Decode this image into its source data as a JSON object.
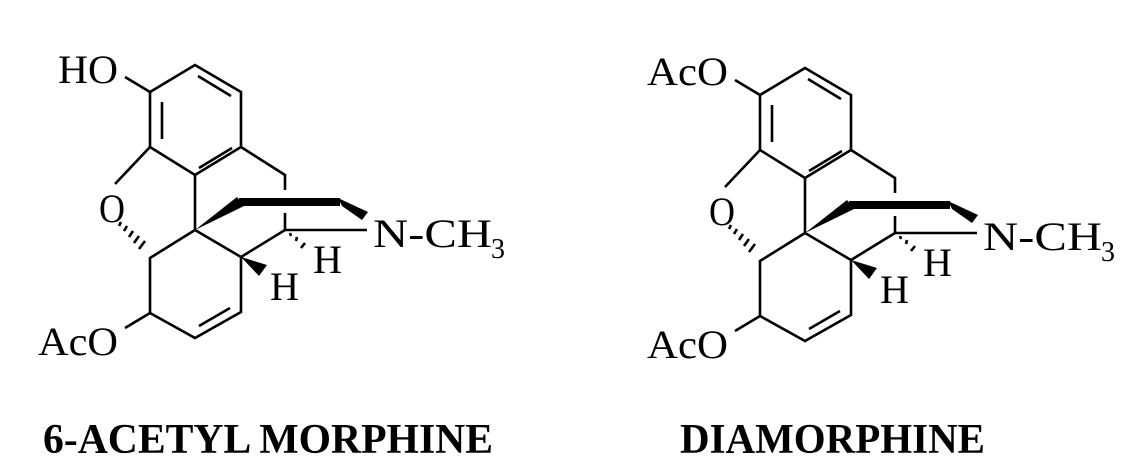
{
  "molecules": [
    {
      "name": "6-ACETYL MORPHINE",
      "substituent_top": "HO",
      "ring_oxygen": "O",
      "substituent_bottom": "AcO",
      "hydrogen_1": "H",
      "hydrogen_2": "H",
      "amine": "N-CH",
      "amine_subscript": "3"
    },
    {
      "name": "DIAMORPHINE",
      "substituent_top": "AcO",
      "ring_oxygen": "O",
      "substituent_bottom": "AcO",
      "hydrogen_1": "H",
      "hydrogen_2": "H",
      "amine": "N-CH",
      "amine_subscript": "3"
    }
  ]
}
